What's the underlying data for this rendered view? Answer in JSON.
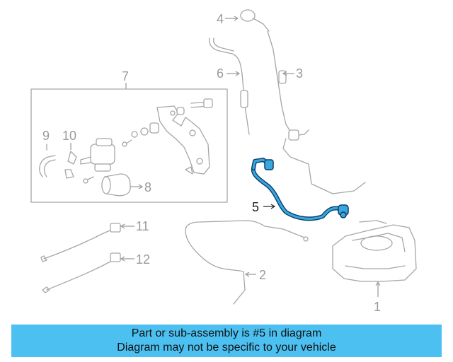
{
  "diagram": {
    "callouts": [
      "1",
      "2",
      "3",
      "4",
      "5",
      "6",
      "7",
      "8",
      "9",
      "10",
      "11",
      "12"
    ],
    "highlighted_part": "5",
    "colors": {
      "highlight": "#37a8df",
      "highlight_outline": "#0b3a66",
      "line_art": "#a6a6a6",
      "banner": "#4cc0f1"
    }
  },
  "banner": {
    "line1": "Part or sub-assembly is #5 in diagram",
    "line2": "Diagram may not be specific to your vehicle"
  }
}
